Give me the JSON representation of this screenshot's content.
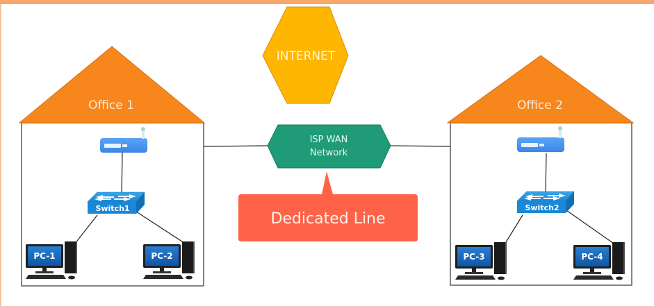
{
  "diagram": {
    "internet": {
      "label": "INTERNET",
      "color": "#ffb600"
    },
    "wan": {
      "line1": "ISP WAN",
      "line2": "Network",
      "color": "#1f9b78"
    },
    "callout": {
      "label": "Dedicated Line",
      "color": "#ff6347"
    },
    "offices": [
      {
        "label": "Office 1",
        "roof_color": "#f7871d",
        "router": "router",
        "switch": "Switch1",
        "pcs": [
          "PC-1",
          "PC-2"
        ]
      },
      {
        "label": "Office 2",
        "roof_color": "#f7871d",
        "router": "router",
        "switch": "Switch2",
        "pcs": [
          "PC-3",
          "PC-4"
        ]
      }
    ],
    "device_color": "#3d8ff0",
    "switch_color": "#1a8ad6",
    "pc_screen_color": "#1565b8"
  }
}
